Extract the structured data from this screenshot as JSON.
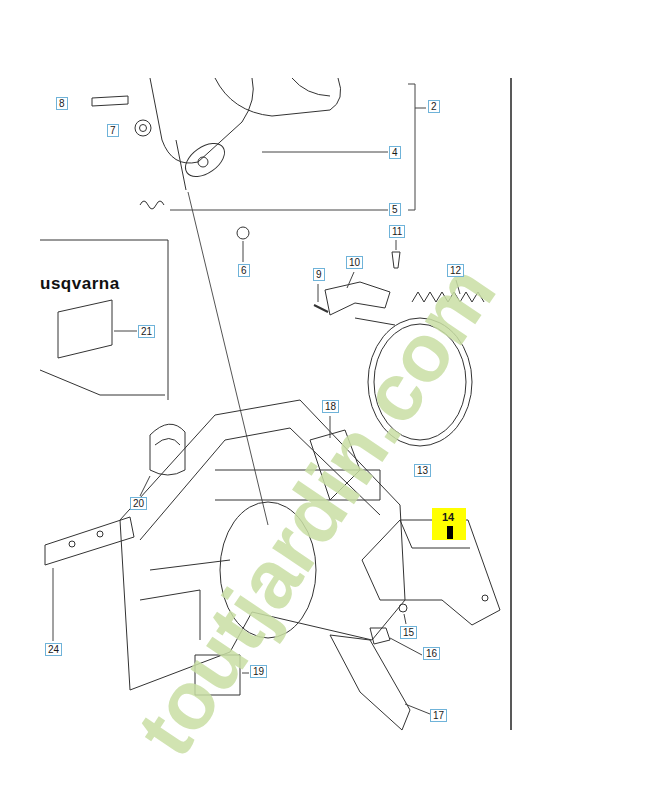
{
  "diagram": {
    "labels": [
      "8",
      "7",
      "2",
      "4",
      "5",
      "6",
      "11",
      "9",
      "10",
      "12",
      "usqvarna",
      "21",
      "18",
      "13",
      "20",
      "14",
      "15",
      "16",
      "24",
      "19",
      "17",
      "toutjardin.com"
    ]
  }
}
